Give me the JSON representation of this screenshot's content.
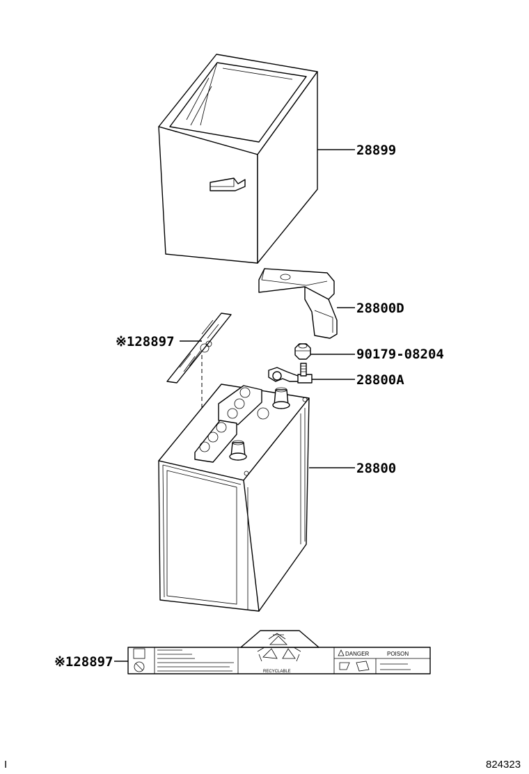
{
  "diagram_id": "824323",
  "corner_mark": "I",
  "parts": {
    "tray": "28899",
    "cover": "28800D",
    "bolt": "90179-08204",
    "clamp": "28800A",
    "battery": "28800",
    "label_upper": "※128897",
    "label_lower": "※128897"
  },
  "label_strip": {
    "recyclable": "RECYCLABLE",
    "danger": "DANGER",
    "poison": "POISON"
  }
}
